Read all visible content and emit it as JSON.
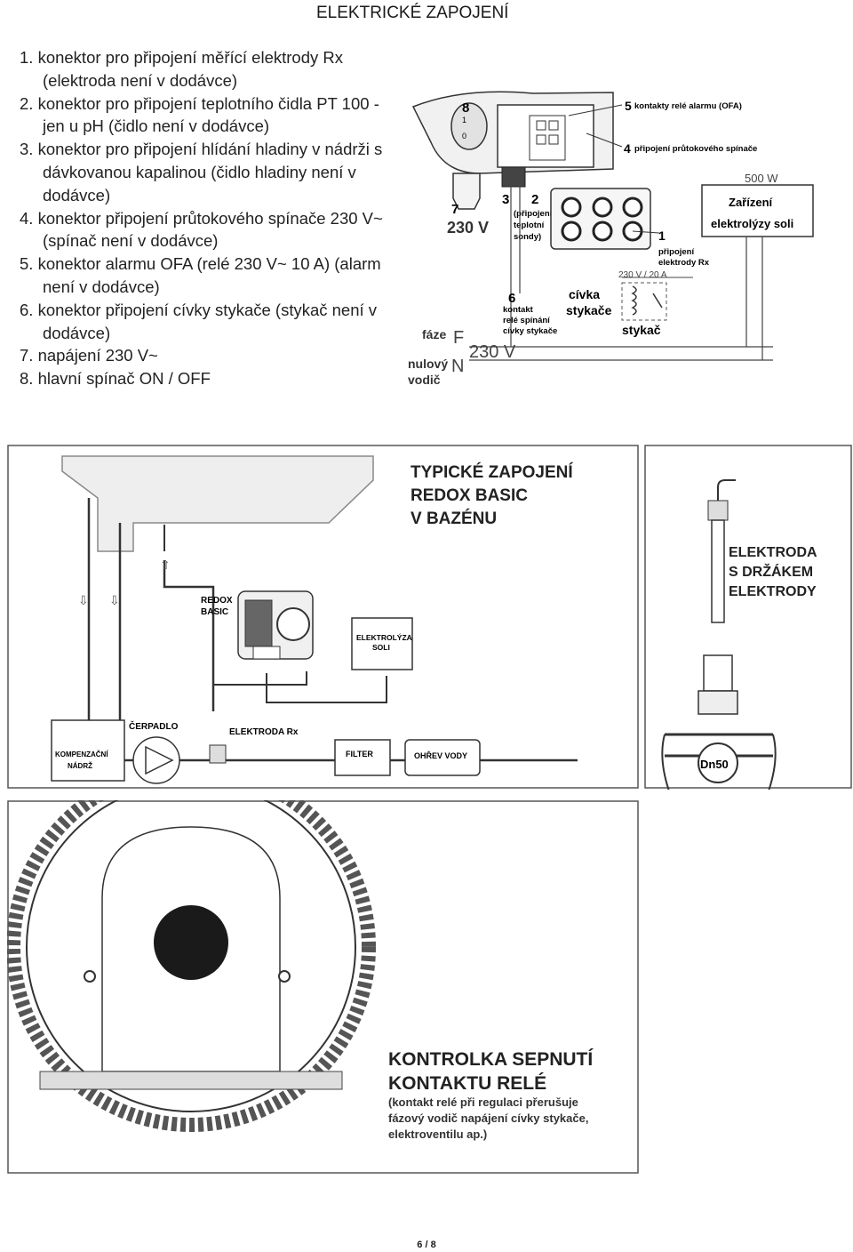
{
  "title": "ELEKTRICKÉ ZAPOJENÍ",
  "legend": [
    "1. konektor pro připojení měřící elektrody Rx (elektroda není v dodávce)",
    "2. konektor pro připojení teplotního čidla PT 100 - jen u pH (čidlo není v dodávce)",
    "3. konektor pro připojení hlídání hladiny v nádrži s dávkovanou kapalinou (čidlo hladiny není v dodávce)",
    "4. konektor připojení průtokového spínače 230 V~ (spínač není v dodávce)",
    "5. konektor alarmu OFA (relé 230 V~ 10 A) (alarm není v dodávce)",
    "6. konektor připojení cívky stykače (stykač není v dodávce)",
    "7. napájení 230 V~",
    "8. hlavní spínač ON / OFF"
  ],
  "wiring": {
    "n8": "8",
    "sw_1": "1",
    "sw_0": "0",
    "n7": "7",
    "v230": "230 V",
    "n3": "3",
    "n2": "2",
    "n2_l1": "(připojení",
    "n2_l2": "teplotní",
    "n2_l3": "sondy)",
    "n5": "5",
    "n5_label": "kontakty relé alarmu (OFA)",
    "n4": "4",
    "n4_label": "připojení průtokového spínače",
    "w500": "500 W",
    "dev_l1": "Zařízení",
    "dev_l2": "elektrolýzy soli",
    "n1": "1",
    "n1_l1": "připojení",
    "n1_l2": "elektrody Rx",
    "rating": "230 V / 20 A",
    "n6": "6",
    "n6_l1": "kontakt",
    "n6_l2": "relé spínání",
    "n6_l3": "cívky stykače",
    "coil_l1": "cívka",
    "coil_l2": "stykače",
    "contactor": "stykač",
    "faze": "fáze",
    "F": "F",
    "v230_bottom": "230 V",
    "nulovy": "nulový",
    "vodic": "vodič",
    "N": "N"
  },
  "pool": {
    "title_l1": "TYPICKÉ ZAPOJENÍ",
    "title_l2": "REDOX BASIC",
    "title_l3": "V BAZÉNU",
    "redox_l1": "REDOX",
    "redox_l2": "BASIC",
    "elektrolyza_l1": "ELEKTROLÝZA",
    "elektrolyza_l2": "SOLI",
    "cerpadlo": "ČERPADLO",
    "elektroda_rx": "ELEKTRODA Rx",
    "komp_l1": "KOMPENZAČNÍ",
    "komp_l2": "NÁDRŽ",
    "filter": "FILTER",
    "ohrev": "OHŘEV VODY"
  },
  "electrode": {
    "l1": "ELEKTRODA",
    "l2": "S DRŽÁKEM",
    "l3": "ELEKTRODY",
    "clamp": "Dn50"
  },
  "indicator": {
    "title_l1": "KONTROLKA SEPNUTÍ",
    "title_l2": "KONTAKTU RELÉ",
    "note_l1": "(kontakt relé při regulaci přerušuje",
    "note_l2": "fázový vodič napájení cívky stykače,",
    "note_l3": "elektroventilu ap.)"
  },
  "page": "6 / 8"
}
